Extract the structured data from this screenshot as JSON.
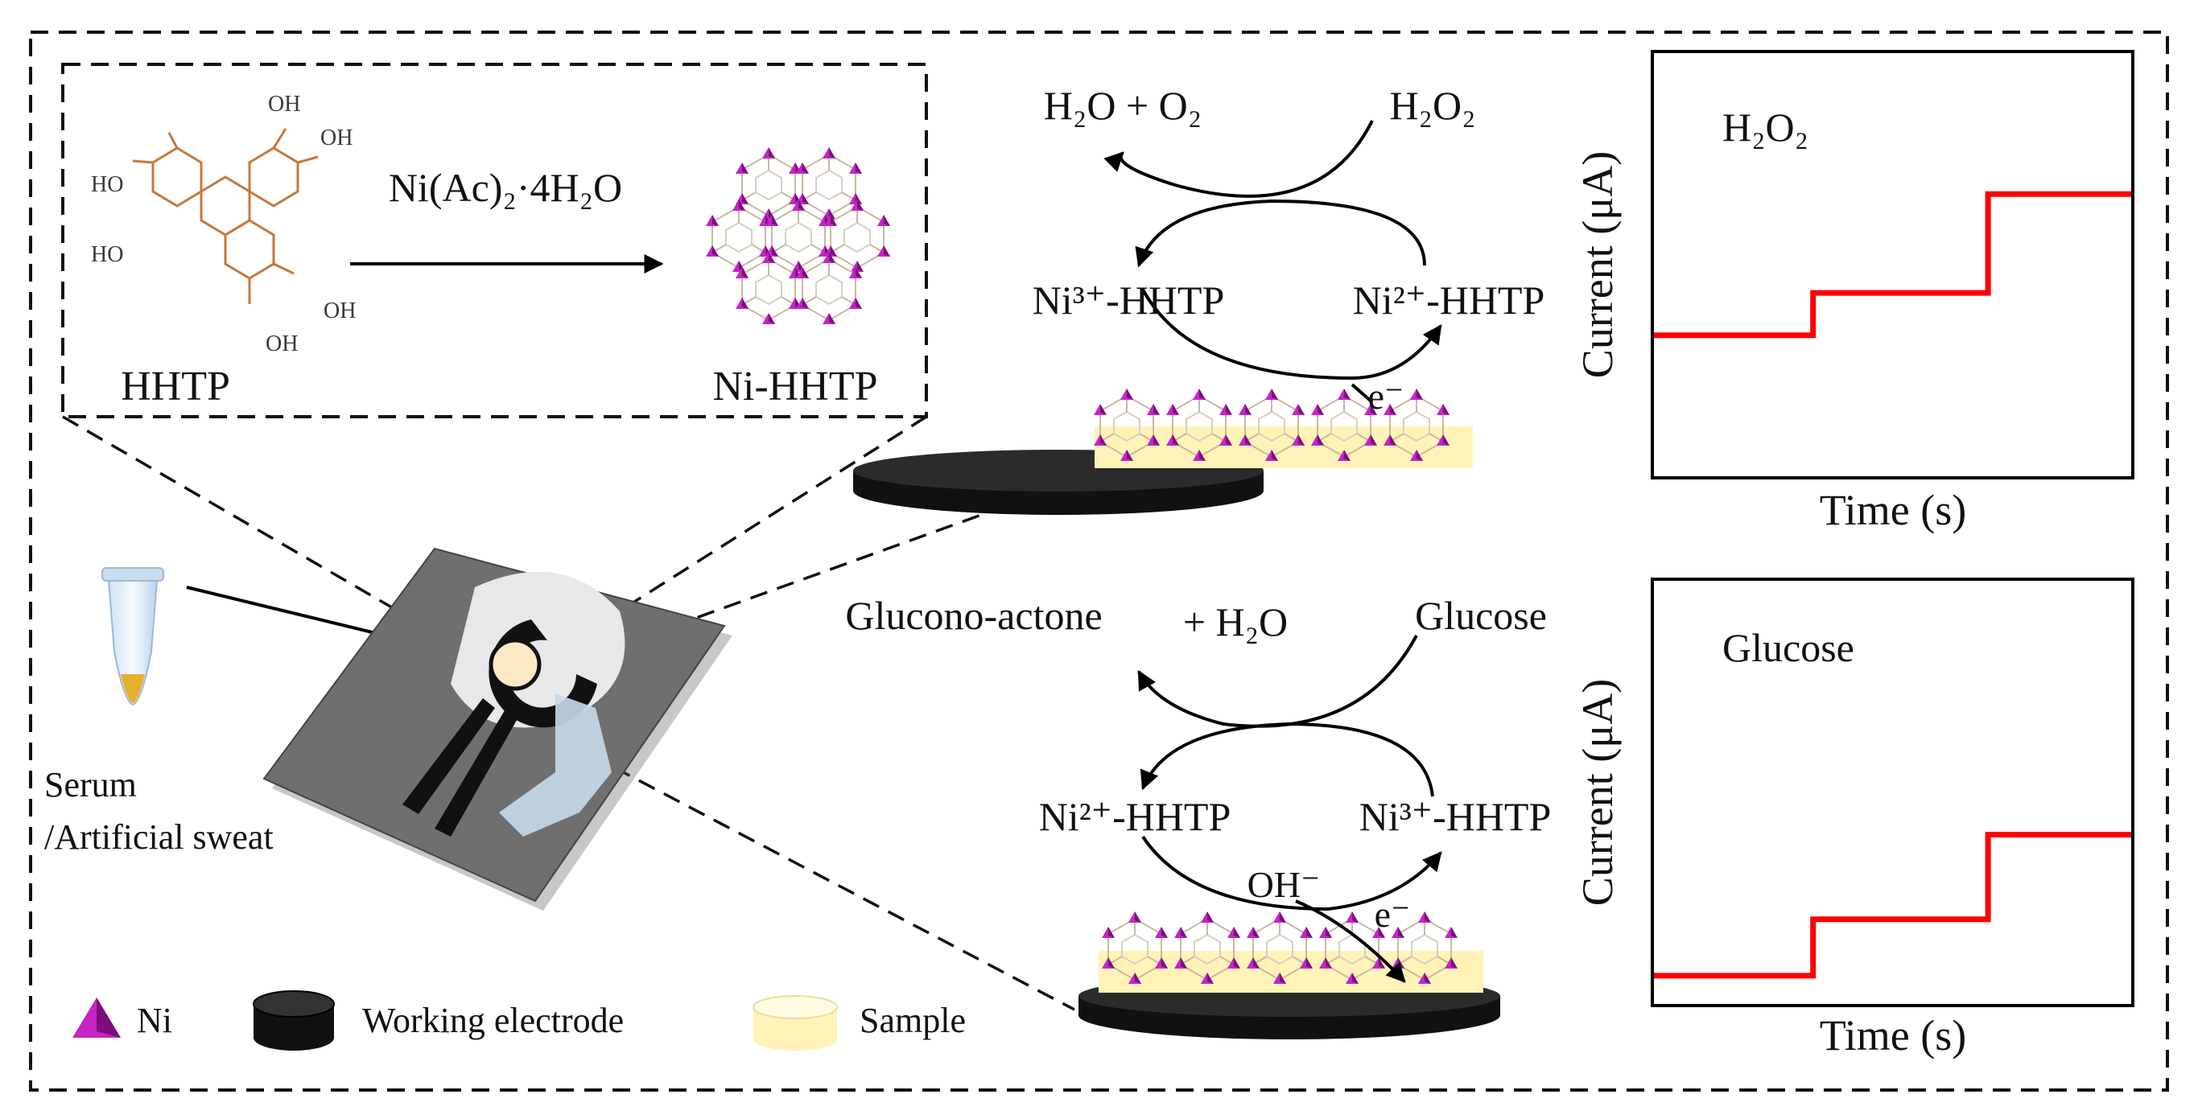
{
  "synthesis": {
    "reagent_label": "Ni(Ac)₂·4H₂O",
    "linker_name": "HHTP",
    "linker_oh": "OH",
    "linker_ho": "HO",
    "product_name": "Ni-HHTP"
  },
  "sample": {
    "line1": "Serum",
    "line2": "/Artificial sweat"
  },
  "legend": {
    "ni_label": "Ni",
    "electrode_label": "Working electrode",
    "sample_label": "Sample"
  },
  "h2o2_cycle": {
    "products": "H₂O + O₂",
    "substrate": "H₂O₂",
    "oxidized": "Ni³⁺-HHTP",
    "reduced": "Ni²⁺-HHTP",
    "electron": "e⁻"
  },
  "glucose_cycle": {
    "product": "Glucono-actone",
    "water": "+ H₂O",
    "substrate": "Glucose",
    "reduced": "Ni²⁺-HHTP",
    "oxidized": "Ni³⁺-HHTP",
    "hydroxide": "OH⁻",
    "electron": "e⁻"
  },
  "chart_data": [
    {
      "type": "line",
      "title": "H₂O₂",
      "xlabel": "Time (s)",
      "ylabel": "Current (μA)",
      "series": [
        {
          "color": "#ff0000",
          "x": [
            0,
            1.0,
            1.0,
            2.1,
            2.1,
            3.0
          ],
          "y": [
            1.0,
            1.0,
            1.3,
            1.3,
            2.0,
            2.0
          ]
        }
      ],
      "xlim": [
        0,
        3
      ],
      "ylim": [
        0,
        3
      ],
      "ticks": false,
      "grid": false
    },
    {
      "type": "line",
      "title": "Glucose",
      "xlabel": "Time (s)",
      "ylabel": "Current (μA)",
      "series": [
        {
          "color": "#ff0000",
          "x": [
            0,
            1.0,
            1.0,
            2.1,
            2.1,
            3.0
          ],
          "y": [
            0.2,
            0.2,
            0.6,
            0.6,
            1.2,
            1.2
          ]
        }
      ],
      "xlim": [
        0,
        3
      ],
      "ylim": [
        0,
        3
      ],
      "ticks": false,
      "grid": false
    }
  ]
}
